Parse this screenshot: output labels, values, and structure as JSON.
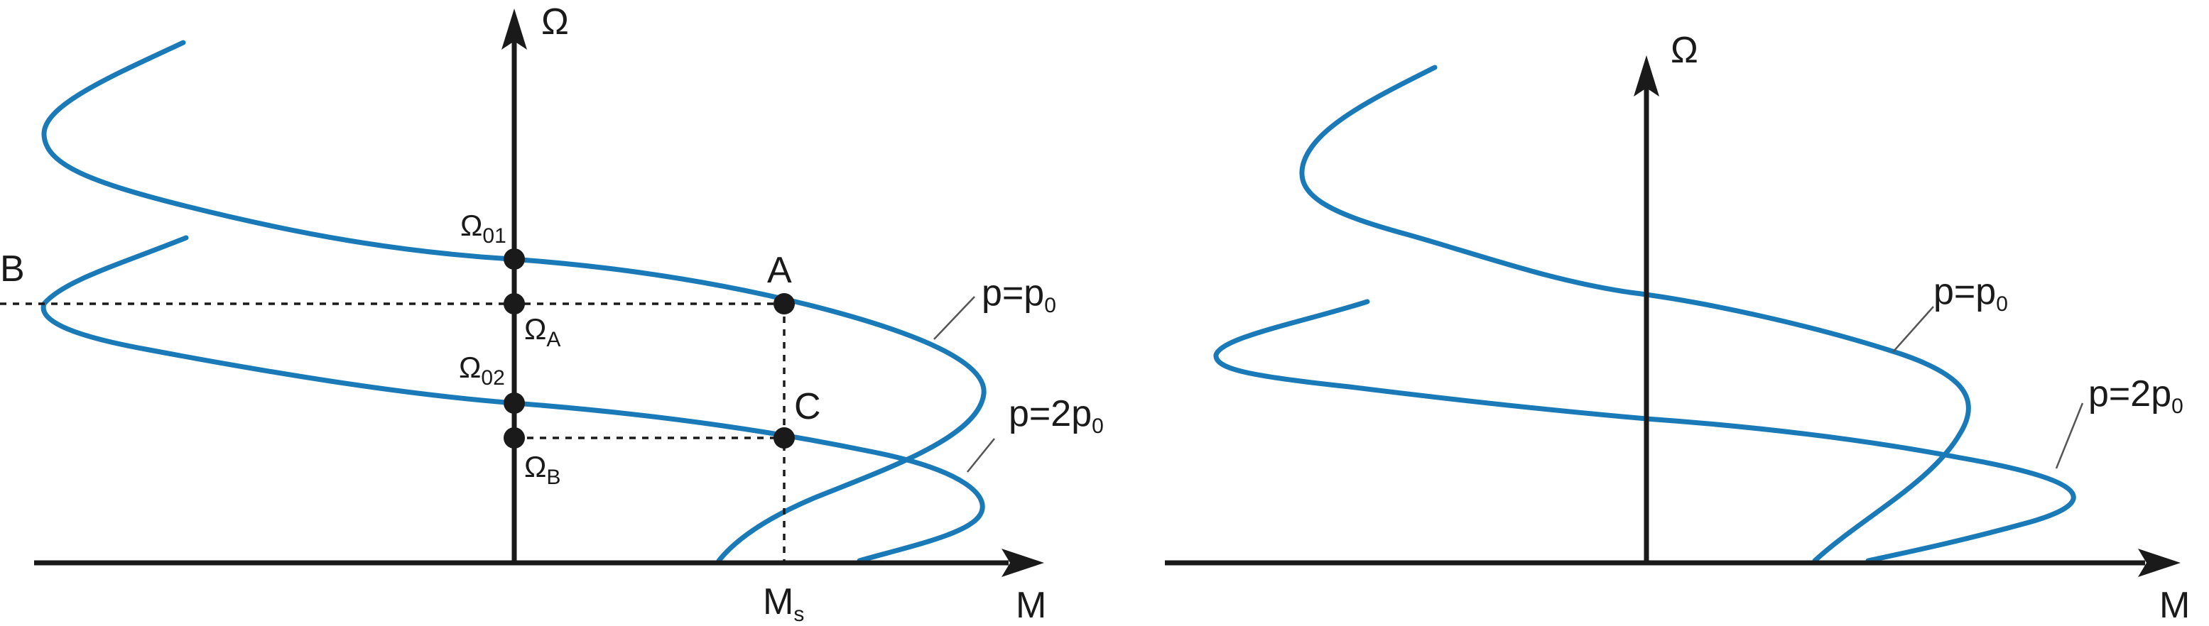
{
  "left": {
    "axis_y_label": "Ω",
    "axis_x_label": "M",
    "point_labels": {
      "omega01": {
        "main": "Ω",
        "sub": "01"
      },
      "omegaA": {
        "main": "Ω",
        "sub": "A"
      },
      "omega02": {
        "main": "Ω",
        "sub": "02"
      },
      "omegaB": {
        "main": "Ω",
        "sub": "B"
      },
      "A": "A",
      "B": "B",
      "C": "C",
      "Ms": {
        "main": "M",
        "sub": "s"
      }
    },
    "curve_labels": {
      "upper": {
        "main": "p=p",
        "sub": "0"
      },
      "lower": {
        "main": "p=2p",
        "sub": "0"
      }
    }
  },
  "right": {
    "axis_y_label": "Ω",
    "axis_x_label": "M",
    "curve_labels": {
      "upper": {
        "main": "p=p",
        "sub": "0"
      },
      "lower": {
        "main": "p=2p",
        "sub": "0"
      }
    }
  },
  "colors": {
    "curve": "#1a7ab8",
    "axis": "#1a1a1a"
  }
}
